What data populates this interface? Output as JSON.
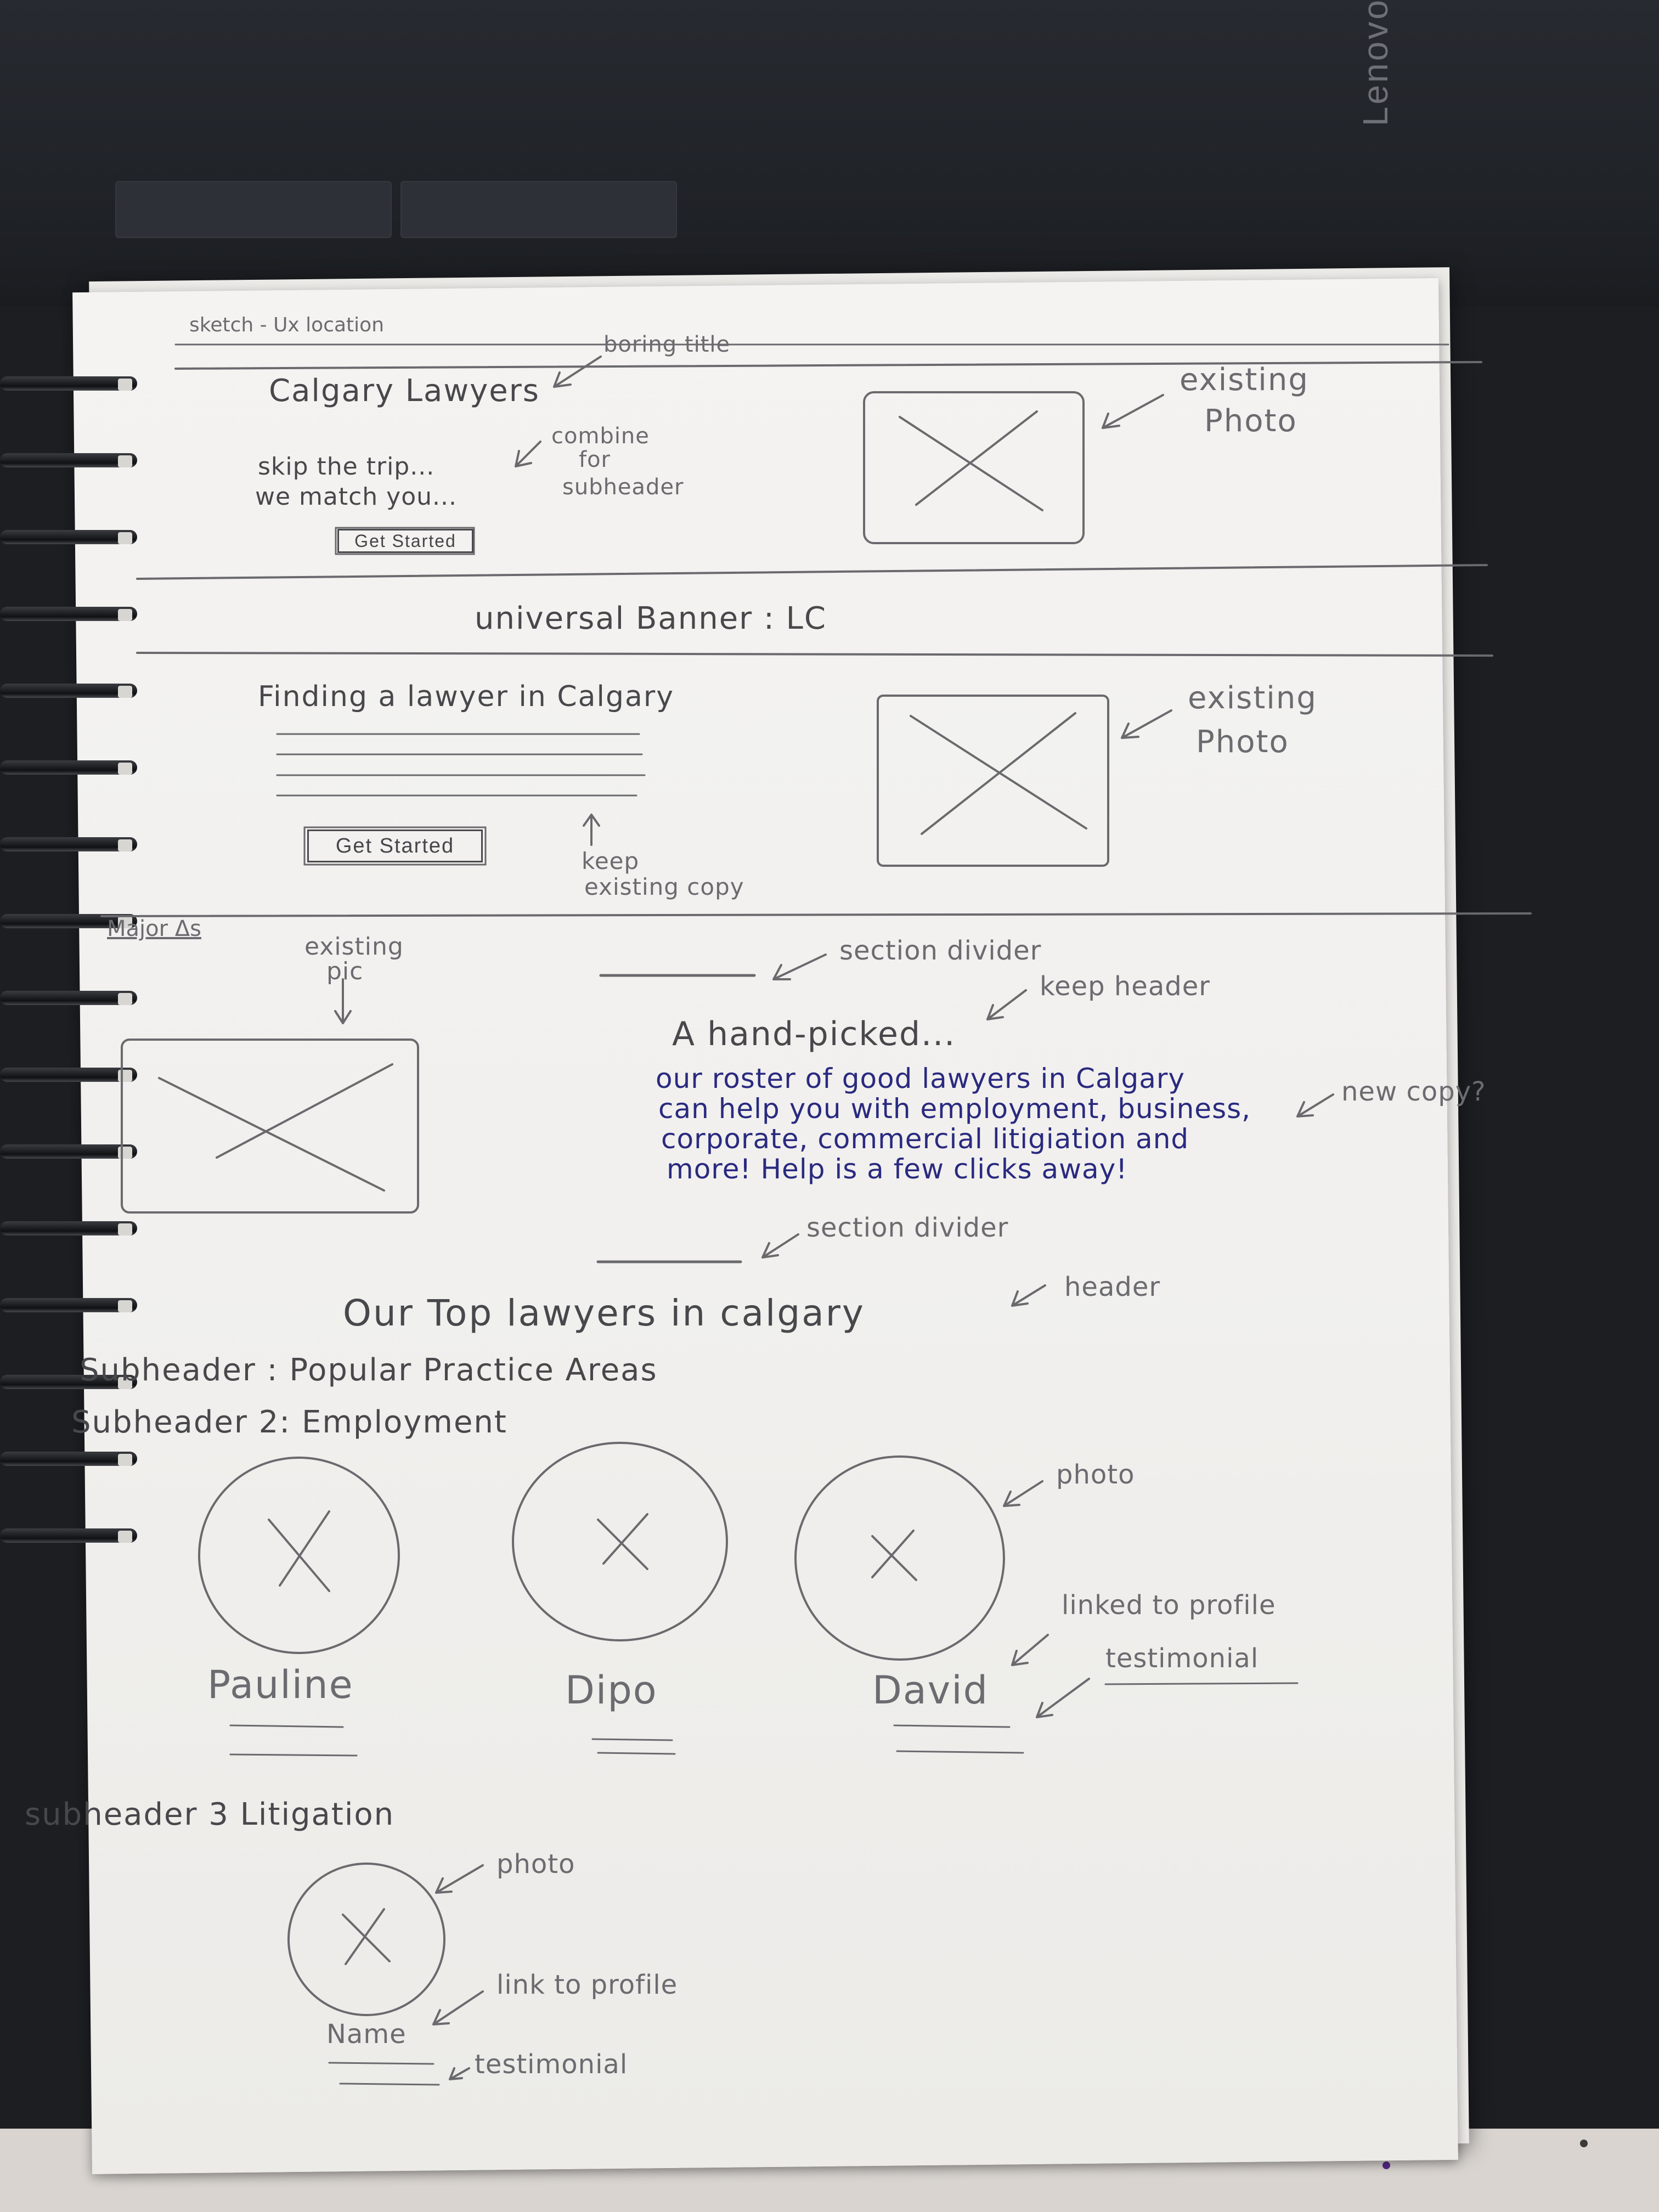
{
  "laptop": {
    "brand": "Lenovo"
  },
  "sketch": {
    "page_label": "sketch - Ux location",
    "hero": {
      "title": "Calgary Lawyers",
      "note_boring": "boring title",
      "line1": "skip the trip...",
      "line2": "we match you...",
      "note_combine": [
        "combine",
        "for",
        "subheader"
      ],
      "button": "Get Started",
      "photo_note": [
        "existing",
        "Photo"
      ]
    },
    "banner": "universal Banner : LC",
    "finding": {
      "heading": "Finding a lawyer in Calgary",
      "button": "Get Started",
      "note_keep": [
        "keep",
        "existing copy"
      ],
      "photo_note": [
        "existing",
        "Photo"
      ]
    },
    "major": {
      "label": "Major Δs",
      "pic_note": [
        "existing",
        "pic"
      ],
      "divider_note": "section divider",
      "keep_header": "keep header",
      "heading": "A hand-picked...",
      "copy": [
        "our roster of good lawyers in Calgary",
        "can help you with employment, business,",
        "corporate, commercial litigiation and",
        "more! Help is a few clicks away!"
      ],
      "new_copy": "new copy?",
      "divider_note2": "section divider"
    },
    "top": {
      "heading": "Our Top lawyers in calgary",
      "header_note": "header",
      "sub1": "Subheader : Popular Practice Areas",
      "sub2": "Subheader 2: Employment",
      "lawyers": [
        "Pauline",
        "Dipo",
        "David"
      ],
      "photo_note": "photo",
      "linked_note": "linked to profile",
      "testimonial_note": "testimonial"
    },
    "litigation": {
      "sub3": "subheader 3 Litigation",
      "photo_note": "photo",
      "name": "Name",
      "link_note": "link to profile",
      "testimonial_note": "testimonial"
    }
  }
}
